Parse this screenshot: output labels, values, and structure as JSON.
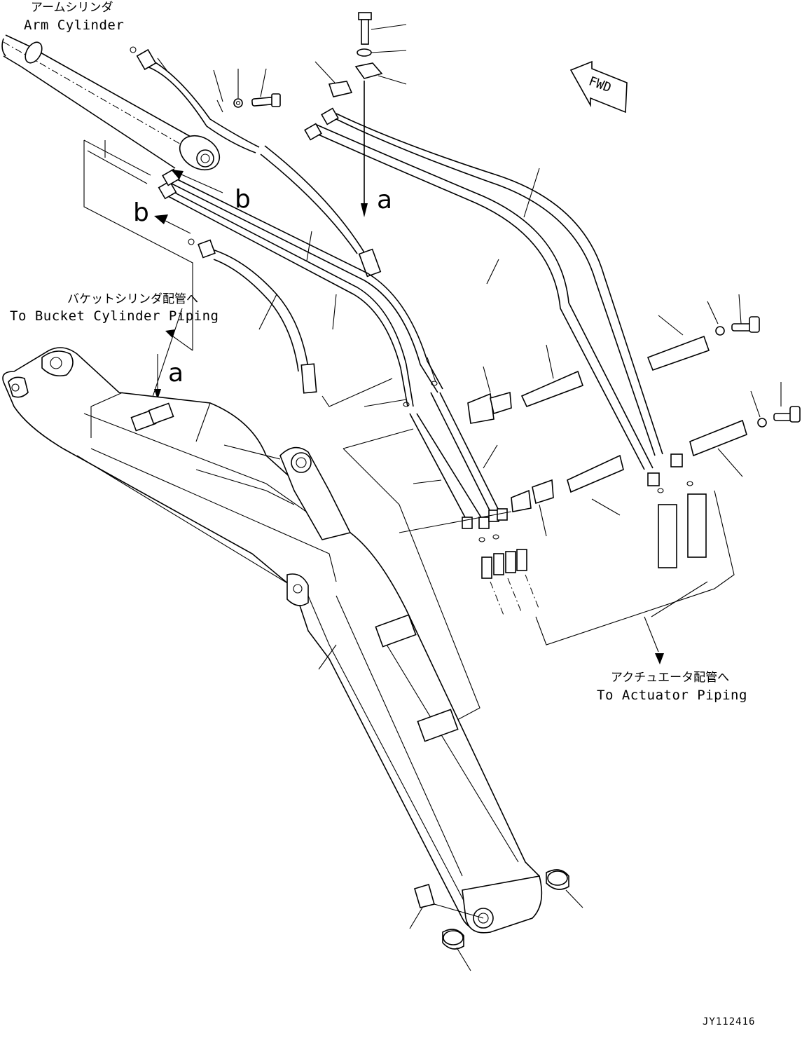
{
  "labels": {
    "arm_cylinder_jp": "アームシリンダ",
    "arm_cylinder_en": "Arm Cylinder",
    "bucket_piping_jp": "バケットシリンダ配管へ",
    "bucket_piping_en": "To Bucket Cylinder Piping",
    "actuator_piping_jp": "アクチュエータ配管へ",
    "actuator_piping_en": "To Actuator Piping",
    "fwd": "FWD",
    "view_a": "a",
    "view_b": "b",
    "drawing_code": "JY112416"
  }
}
